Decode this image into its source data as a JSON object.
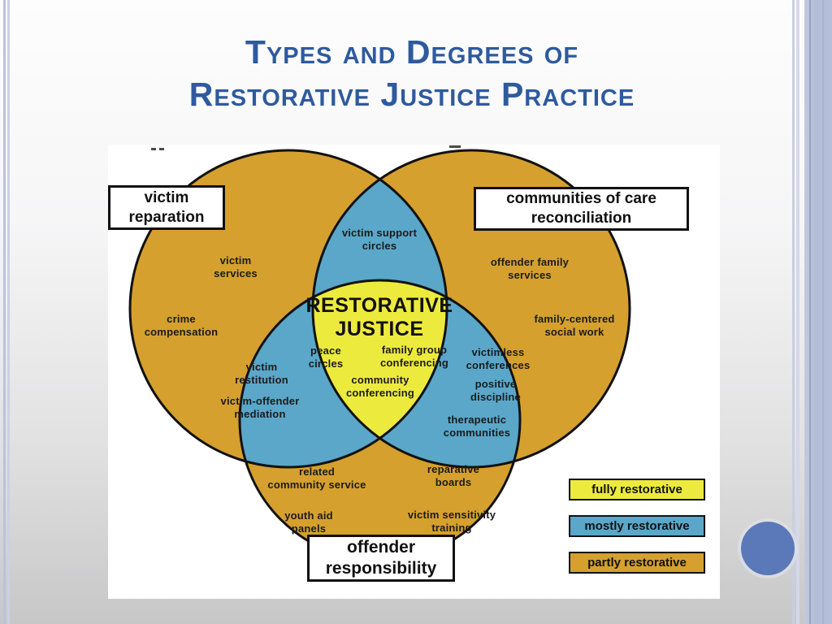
{
  "slide": {
    "title": "Types and Degrees of\nRestorative Justice Practice",
    "title_color": "#2E5A9E"
  },
  "diagram": {
    "colors": {
      "partly_restorative": "#D5A02E",
      "mostly_restorative": "#5AA7C9",
      "fully_restorative": "#EDEA3E",
      "outline": "#121212"
    },
    "circle_boxes": {
      "left": "victim\nreparation",
      "right": "communities of care\nreconciliation",
      "bottom": "offender\nresponsibility"
    },
    "center_title": "RESTORATIVE\nJUSTICE",
    "labels": {
      "victim_services": "victim\nservices",
      "crime_compensation": "crime\ncompensation",
      "victim_support_circles": "victim support\ncircles",
      "offender_family_services": "offender family\nservices",
      "family_centered_social_work": "family-centered\nsocial work",
      "peace_circles": "peace\ncircles",
      "family_group_conferencing": "family group\nconferencing",
      "community_conferencing": "community\nconferencing",
      "victim_restitution": "victim\nrestitution",
      "victim_offender_mediation": "victim-offender\nmediation",
      "victimless_conferences": "victimless\nconferences",
      "positive_discipline": "positive\ndiscipline",
      "therapeutic_communities": "therapeutic\ncommunities",
      "related_community_service": "related\ncommunity service",
      "reparative_boards": "reparative\nboards",
      "youth_aid_panels": "youth aid\npanels",
      "victim_sensitivity_training": "victim sensitivity\ntraining"
    }
  },
  "legend": {
    "items": [
      {
        "label": "fully restorative",
        "color": "#EDEA3E"
      },
      {
        "label": "mostly restorative",
        "color": "#5AA7C9"
      },
      {
        "label": "partly restorative",
        "color": "#D5A02E"
      }
    ]
  }
}
